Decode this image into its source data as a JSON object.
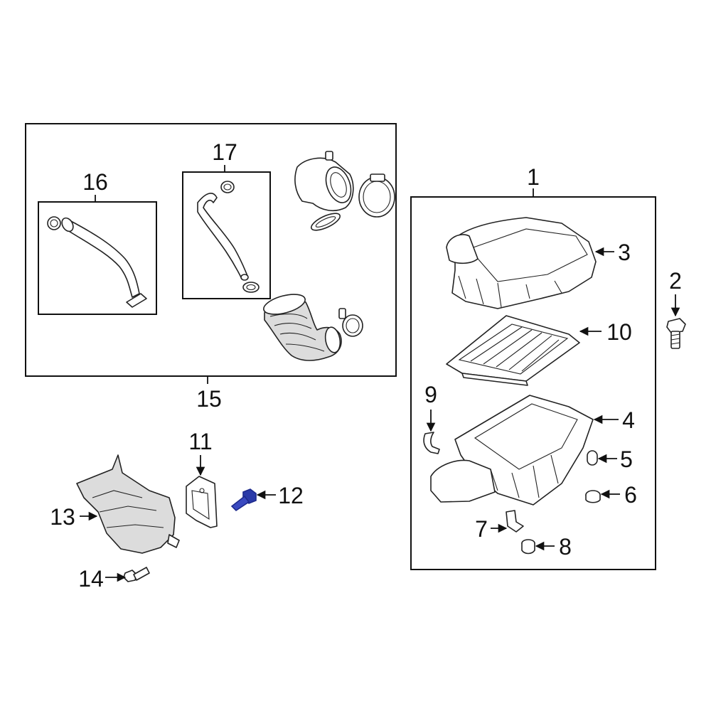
{
  "callouts": {
    "c1": "1",
    "c2": "2",
    "c3": "3",
    "c4": "4",
    "c5": "5",
    "c6": "6",
    "c7": "7",
    "c8": "8",
    "c9": "9",
    "c10": "10",
    "c11": "11",
    "c12": "12",
    "c13": "13",
    "c14": "14",
    "c15": "15",
    "c16": "16",
    "c17": "17"
  },
  "colors": {
    "line": "#222222",
    "highlight": "#2a3aa8",
    "shade": "#dcdcdc"
  },
  "highlighted_part": "12"
}
